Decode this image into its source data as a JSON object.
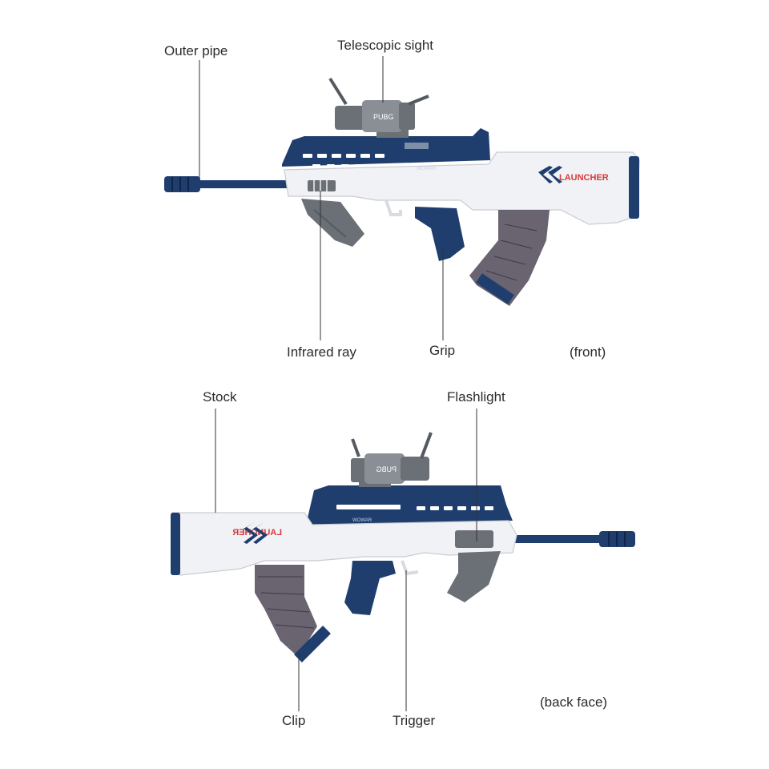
{
  "front_view": {
    "view_label": "(front)",
    "callouts": {
      "outer_pipe": "Outer pipe",
      "telescopic_sight": "Telescopic sight",
      "infrared_ray": "Infrared ray",
      "grip": "Grip"
    },
    "scope_marking": "PUBG",
    "brand_logo": "LAUNCHER",
    "receiver_marking": "WOWAR"
  },
  "back_view": {
    "view_label": "(back face)",
    "callouts": {
      "stock": "Stock",
      "flashlight": "Flashlight",
      "clip": "Clip",
      "trigger": "Trigger"
    },
    "scope_marking": "PUBG",
    "brand_logo": "LAUNCHER",
    "receiver_marking": "WOWAR"
  },
  "colors": {
    "body_white": "#f1f2f5",
    "navy": "#1f3e6e",
    "gray": "#6b6f76",
    "magazine": "#5a5260",
    "accent_red": "#d63a3a"
  }
}
